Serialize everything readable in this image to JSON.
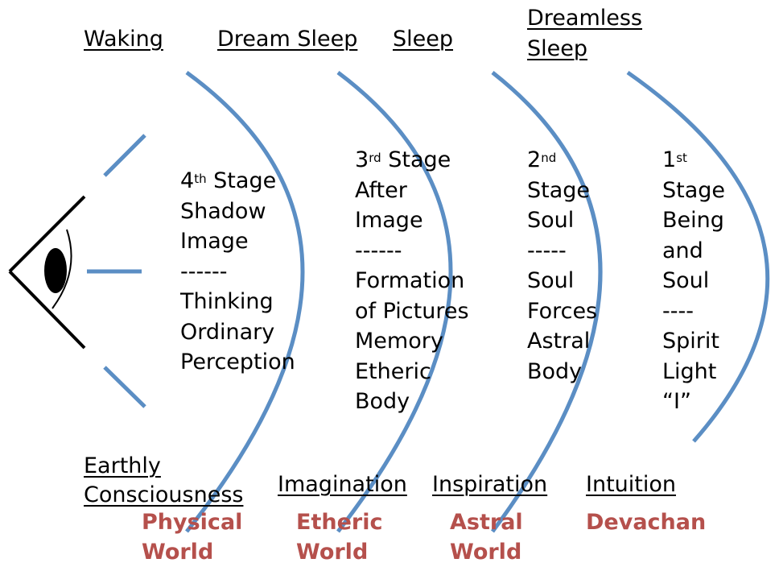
{
  "headers": {
    "waking": "Waking",
    "dream_sleep": "Dream Sleep",
    "sleep": "Sleep",
    "dreamless_sleep_line1": "Dreamless",
    "dreamless_sleep_line2": "Sleep"
  },
  "stages": {
    "s4": {
      "num": "4",
      "suffix": "th",
      "lines": [
        "Stage",
        "Shadow",
        "Image",
        "------",
        "Thinking",
        "Ordinary",
        "Perception"
      ]
    },
    "s3": {
      "num": "3",
      "suffix": "rd",
      "lines": [
        "Stage",
        "After",
        "Image",
        "------",
        "Formation",
        "of Pictures",
        "Memory",
        "Etheric",
        "Body"
      ]
    },
    "s2": {
      "num": "2",
      "suffix": "nd",
      "lines": [
        "Stage",
        "Soul",
        "-----",
        "Soul",
        "Forces",
        "Astral",
        "Body"
      ]
    },
    "s1": {
      "num": "1",
      "suffix": "st",
      "lines": [
        "Stage",
        "Being",
        "and",
        "Soul",
        "----",
        "Spirit",
        "Light",
        "“I”"
      ]
    }
  },
  "footers": {
    "earthly_line1": "Earthly",
    "earthly_line2": "Consciousness",
    "imagination": "Imagination",
    "inspiration": "Inspiration",
    "intuition": "Intuition"
  },
  "worlds": {
    "physical_line1": "Physical",
    "physical_line2": "World",
    "etheric_line1": "Etheric",
    "etheric_line2": "World",
    "astral_line1": "Astral",
    "astral_line2": "World",
    "devachan": "Devachan"
  },
  "colors": {
    "arc": "#5b8ec4",
    "ray": "#5b8ec4",
    "eye": "#000000",
    "world_text": "#b5504c"
  },
  "icons": {
    "eye": "eye-icon"
  }
}
